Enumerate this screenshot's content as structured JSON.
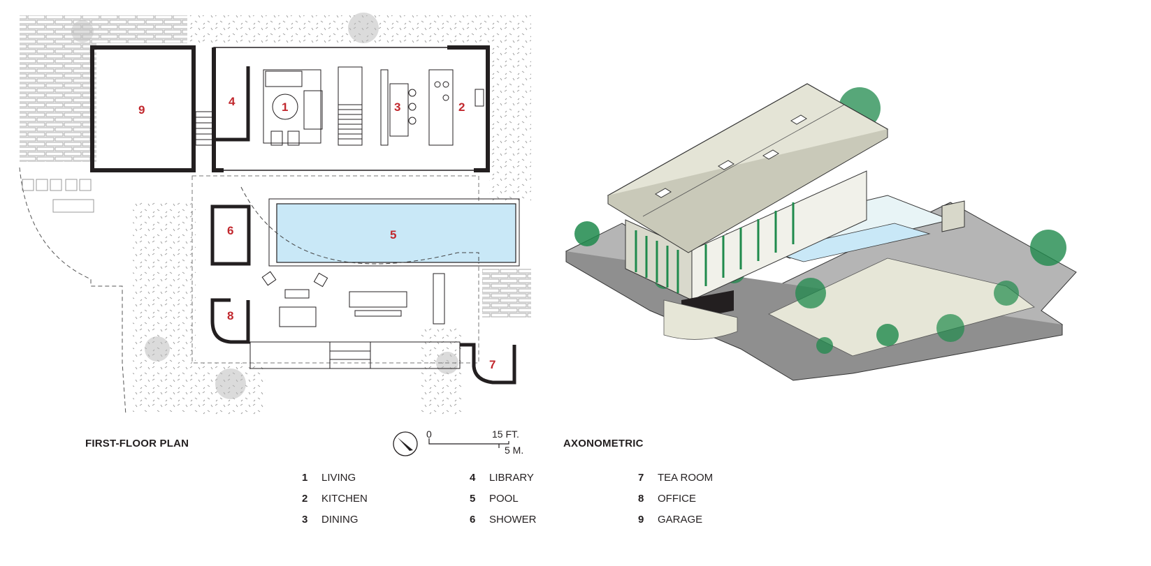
{
  "plan": {
    "caption": "FIRST-FLOOR PLAN",
    "room_numbers": [
      "1",
      "2",
      "3",
      "4",
      "5",
      "6",
      "7",
      "8",
      "9"
    ]
  },
  "scale": {
    "zero": "0",
    "feet": "15 FT.",
    "meters": "5 M."
  },
  "axonometric": {
    "caption": "AXONOMETRIC"
  },
  "legend": [
    {
      "num": "1",
      "label": "LIVING"
    },
    {
      "num": "2",
      "label": "KITCHEN"
    },
    {
      "num": "3",
      "label": "DINING"
    },
    {
      "num": "4",
      "label": "LIBRARY"
    },
    {
      "num": "5",
      "label": "POOL"
    },
    {
      "num": "6",
      "label": "SHOWER"
    },
    {
      "num": "7",
      "label": "TEA ROOM"
    },
    {
      "num": "8",
      "label": "OFFICE"
    },
    {
      "num": "9",
      "label": "GARAGE"
    }
  ],
  "colors": {
    "wall": "#231f20",
    "room_number": "#c1272d",
    "pool": "#c9e8f7",
    "vegetation": "#1f8a4c",
    "roof": "#e4e4d6",
    "gravel": "#9a9a9a"
  }
}
